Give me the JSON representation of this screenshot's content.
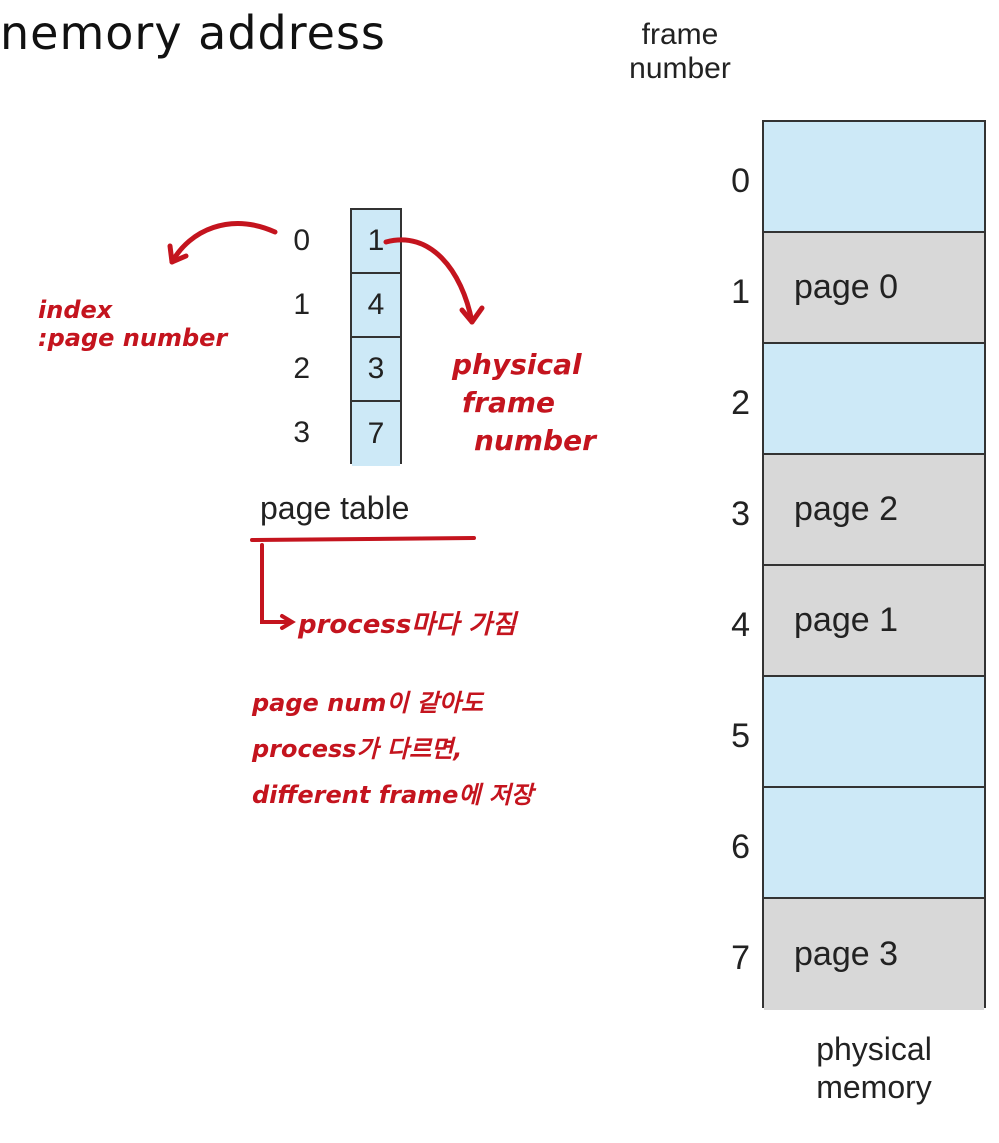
{
  "heading": "nemory address",
  "physical_memory": {
    "frame_header": [
      "frame",
      "number"
    ],
    "frames": [
      {
        "number": "0",
        "label": ""
      },
      {
        "number": "1",
        "label": "page 0"
      },
      {
        "number": "2",
        "label": ""
      },
      {
        "number": "3",
        "label": "page 2"
      },
      {
        "number": "4",
        "label": "page 1"
      },
      {
        "number": "5",
        "label": ""
      },
      {
        "number": "6",
        "label": ""
      },
      {
        "number": "7",
        "label": "page 3"
      }
    ],
    "caption": [
      "physical",
      "memory"
    ]
  },
  "page_table": {
    "entries": [
      {
        "index": "0",
        "frame": "1"
      },
      {
        "index": "1",
        "frame": "4"
      },
      {
        "index": "2",
        "frame": "3"
      },
      {
        "index": "3",
        "frame": "7"
      }
    ],
    "caption": "page table"
  },
  "annotations": {
    "index_label": [
      "index",
      ":page number"
    ],
    "frame_label": [
      "physical",
      "frame",
      "number"
    ],
    "note_line1": "process마다 가짐",
    "note_lines": [
      "page num이 같아도",
      "process가 다르면,",
      "different frame에 저장"
    ]
  },
  "colors": {
    "ink": "#c4141e",
    "free_frame": "#cde9f7",
    "used_frame": "#d8d8d8",
    "table_cell": "#cde9f7"
  }
}
